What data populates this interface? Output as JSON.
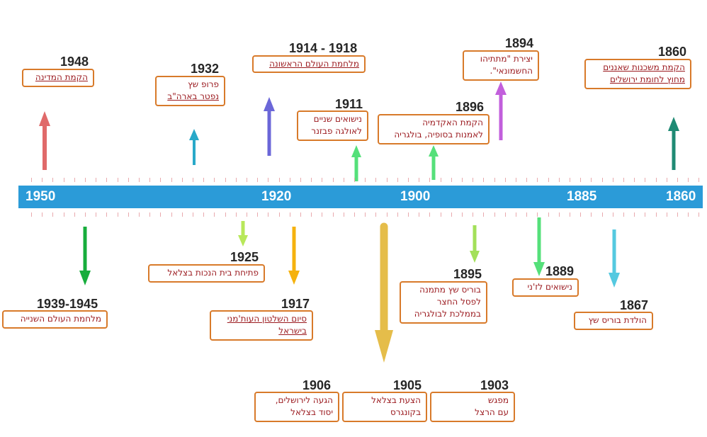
{
  "timeline": {
    "bar_labels": [
      "1950",
      "1920",
      "1900",
      "1885",
      "1860"
    ],
    "bar_color": "#2b9bd8",
    "box_border_color": "#d87a2a",
    "box_text_color": "#9b1a1f"
  },
  "events": [
    {
      "year": "1948",
      "lines": [
        "הקמת המדינה"
      ],
      "arrow_color": "#e06a6a"
    },
    {
      "year": "1932",
      "lines": [
        "פרופ שץ",
        "נפטר בארה\"ב"
      ],
      "arrow_color": "#29a9c9"
    },
    {
      "year": "1914 - 1918",
      "lines": [
        "מלחמת העולם הראשונה"
      ],
      "arrow_color": "#6b67d8"
    },
    {
      "year": "1911",
      "lines": [
        "נישואים שניים",
        "לאולגה פבזנר"
      ],
      "arrow_color": "#55e07a"
    },
    {
      "year": "1896",
      "lines": [
        "הקמת האקדמיה",
        "לאמנות בסופיה, בולגריה"
      ],
      "arrow_color": "#55e07a"
    },
    {
      "year": "1894",
      "lines": [
        "יצירת \"מתתיהו",
        "החשמונאי\"."
      ],
      "arrow_color": "#c25fdc"
    },
    {
      "year": "1860",
      "lines": [
        "הקמת משכנות שאננים",
        "מחוץ לחומת ירושלים"
      ],
      "arrow_color": "#1f8a74"
    },
    {
      "year": "1939-1945",
      "lines": [
        "מלחמת העולם השנייה"
      ],
      "arrow_color": "#17ad3c"
    },
    {
      "year": "1925",
      "lines": [
        "פתיחת בית הנכות בצלאל"
      ],
      "arrow_color": "#b8e85a"
    },
    {
      "year": "1917",
      "lines": [
        "סיום השלטון העות'מני",
        "בישראל"
      ],
      "arrow_color": "#f5b20e"
    },
    {
      "year": "1895",
      "lines": [
        "בוריס שץ מתמנה",
        "לפסל החצר",
        "בממלכת לבולגריה"
      ],
      "arrow_color": "#a3e05a"
    },
    {
      "year": "1889",
      "lines": [
        "נישואים לז'ני"
      ],
      "arrow_color": "#55e07a"
    },
    {
      "year": "1867",
      "lines": [
        "הולדת בוריס שץ"
      ],
      "arrow_color": "#55c9e0"
    },
    {
      "year": "1906",
      "lines": [
        "הגעה לירושלים,",
        "יסוד בצלאל"
      ]
    },
    {
      "year": "1905",
      "lines": [
        "הצעת בצלאל",
        "בקונגרס"
      ],
      "arrow_color": "#e5bd4a"
    },
    {
      "year": "1903",
      "lines": [
        "מפגש",
        "עם הרצל"
      ]
    }
  ]
}
